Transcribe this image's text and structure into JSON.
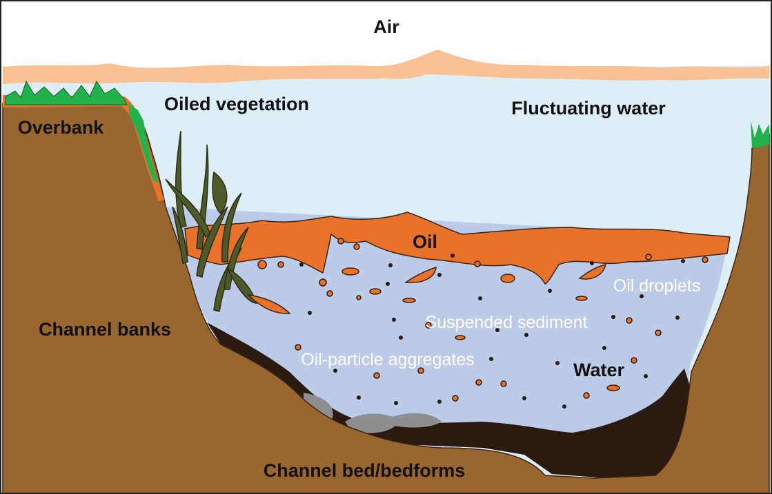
{
  "labels": {
    "air": "Air",
    "oiled_vegetation": "Oiled vegetation",
    "fluctuating_water": "Fluctuating water",
    "overbank": "Overbank",
    "oil": "Oil",
    "oil_droplets": "Oil droplets",
    "suspended_sediment": "Suspended sediment",
    "channel_banks": "Channel banks",
    "oil_particle_aggregates": "Oil-particle aggregates",
    "water": "Water",
    "channel_bed": "Channel bed/bedforms"
  },
  "colors": {
    "air": "#ffffff",
    "fluctuating_water": "#ddeef6",
    "fluctuating_band": "#f8c295",
    "water": "#bccbe7",
    "oil": "#e8722a",
    "soil": "#9a6630",
    "vegetation_grass": "#21b24b",
    "vegetation_reed": "#4f5a2b",
    "sediment_dark": "#2a1a10",
    "rock": "#8e8e8e"
  }
}
